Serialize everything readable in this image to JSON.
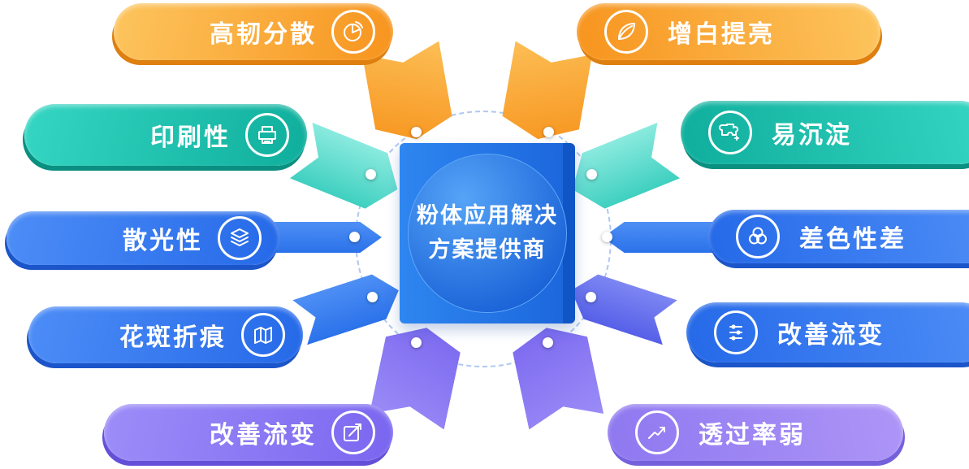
{
  "center": {
    "line1": "粉体应用解决",
    "line2": "方案提供商"
  },
  "left_items": [
    {
      "label": "高韧分散",
      "icon": "pie-chart-icon",
      "color": "#F7941E"
    },
    {
      "label": "印刷性",
      "icon": "printer-icon",
      "color": "#10B5A2"
    },
    {
      "label": "散光性",
      "icon": "layers-icon",
      "color": "#2D76EE"
    },
    {
      "label": "花斑折痕",
      "icon": "map-icon",
      "color": "#2D76EE"
    },
    {
      "label": "改善流变",
      "icon": "trend-box-icon",
      "color": "#7D6AF0"
    }
  ],
  "right_items": [
    {
      "label": "增白提亮",
      "icon": "leaf-icon",
      "color": "#F7941E"
    },
    {
      "label": "易沉淀",
      "icon": "puzzle-icon",
      "color": "#10B5A2"
    },
    {
      "label": "差色性差",
      "icon": "venn-circles-icon",
      "color": "#2D76EE"
    },
    {
      "label": "改善流变",
      "icon": "tune-icon",
      "color": "#2D76EE"
    },
    {
      "label": "透过率弱",
      "icon": "line-chart-icon",
      "color": "#8E7BF2"
    }
  ],
  "palette": {
    "orange": "#F7941E",
    "teal": "#10B5A2",
    "blue": "#2D76EE",
    "indigo": "#5F6CEB",
    "purple": "#7D6AF0",
    "light_purple": "#8E7BF2",
    "center_blue_light": "#2F8BF2",
    "center_blue_dark": "#1660D6",
    "dashed_ring": "#AFC8F0"
  }
}
